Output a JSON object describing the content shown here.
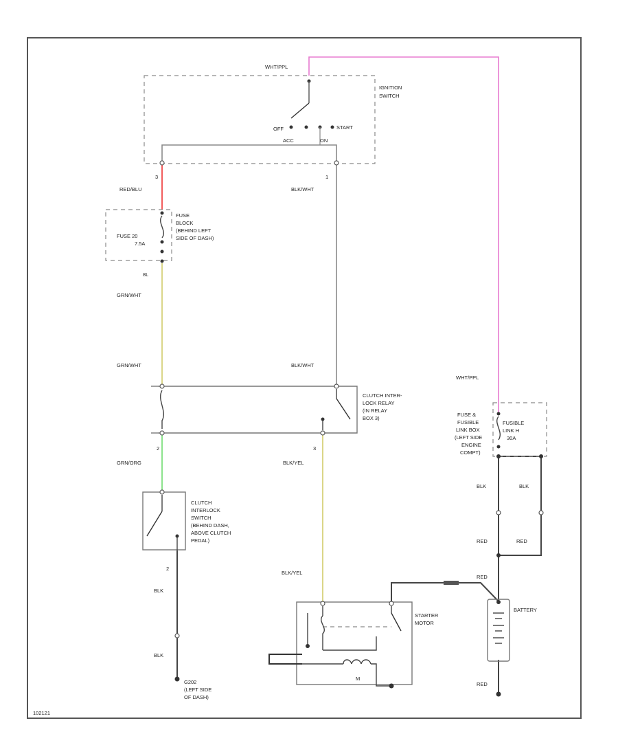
{
  "diagram_id": "102121",
  "ignition_switch": {
    "label_line1": "IGNITION",
    "label_line2": "SWITCH",
    "feed_wire": "WHT/PPL",
    "off": "OFF",
    "start": "START",
    "acc": "ACC",
    "on": "ON"
  },
  "wires": {
    "red_blu": "RED/BLU",
    "blk_wht_top": "BLK/WHT",
    "grn_wht_top": "GRN/WHT",
    "grn_wht_mid": "GRN/WHT",
    "blk_wht_mid": "BLK/WHT",
    "grn_org": "GRN/ORG",
    "blk_yel_top": "BLK/YEL",
    "blk_yel_bottom": "BLK/YEL",
    "blk_switch_top": "BLK",
    "blk_switch_bottom": "BLK",
    "wht_ppl_right": "WHT/PPL",
    "blk_right_1": "BLK",
    "blk_right_2": "BLK",
    "red_right_1": "RED",
    "red_right_2": "RED",
    "red_battery": "RED",
    "red_ground": "RED"
  },
  "pins": {
    "ign_left": "3",
    "ign_right": "1",
    "fuse_pin": "8L",
    "relay_bottom_left": "2",
    "relay_bottom_right": "3",
    "clutch_pin": "2"
  },
  "fuse_block": {
    "line1": "FUSE",
    "line2": "BLOCK",
    "line3": "(BEHIND LEFT",
    "line4": "SIDE OF DASH)",
    "fuse_label_1": "FUSE 20",
    "fuse_label_2": "7.5A"
  },
  "relay": {
    "line1": "CLUTCH INTER-",
    "line2": "LOCK RELAY",
    "line3": "(IN RELAY",
    "line4": "BOX 3)"
  },
  "fusible_link": {
    "left_line1": "FUSE &",
    "left_line2": "FUSIBLE",
    "left_line3": "LINK BOX",
    "left_line4": "(LEFT SIDE",
    "left_line5": "ENGINE",
    "left_line6": "COMPT)",
    "right_line1": "FUSIBLE",
    "right_line2": "LINK H",
    "right_line3": "30A"
  },
  "clutch_switch": {
    "line1": "CLUTCH",
    "line2": "INTERLOCK",
    "line3": "SWITCH",
    "line4": "(BEHIND DASH,",
    "line5": "ABOVE CLUTCH",
    "line6": "PEDAL)"
  },
  "starter": {
    "line1": "STARTER",
    "line2": "MOTOR",
    "winding": "M"
  },
  "battery": {
    "label": "BATTERY"
  },
  "ground": {
    "line1": "G202",
    "line2": "(LEFT SIDE",
    "line3": "OF DASH)"
  },
  "colors": {
    "pink_wire": "#e87bd0",
    "red_wire": "#f04a4a",
    "yellow_wire": "#d6d27a",
    "green_wire": "#7fe07f",
    "gray_wire": "#8a8a8a"
  }
}
